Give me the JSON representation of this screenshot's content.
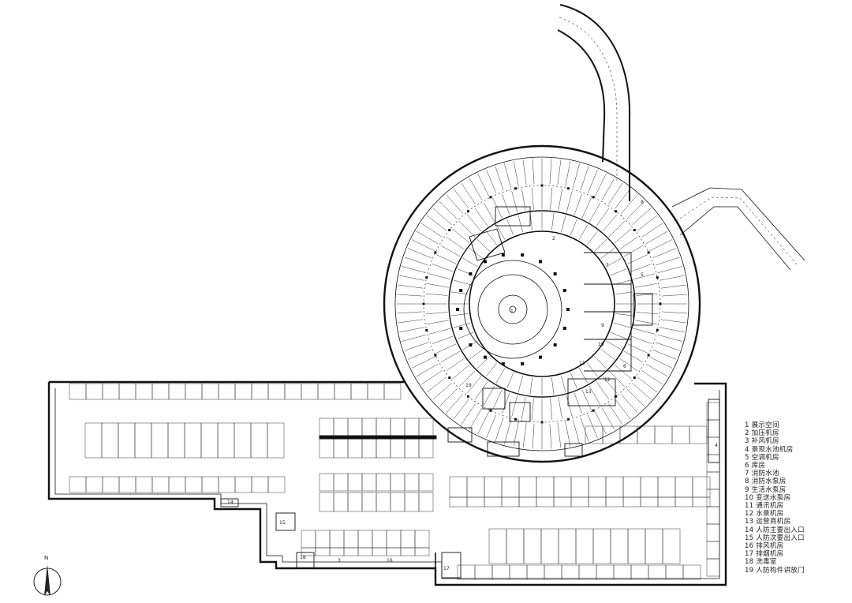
{
  "legend": [
    "1 展示空间",
    "2 加压机房",
    "3 补风机房",
    "4 景观水池机房",
    "5 空调机房",
    "6 库房",
    "7 消防水池",
    "8 消防水泵房",
    "9 生活水泵房",
    "10 变送水泵房",
    "11 通讯机房",
    "12 水景机房",
    "13 运营商机房",
    "14 人防主要出入口",
    "15 人防次要出入口",
    "16 排风机房",
    "17 排烟机房",
    "18 洗毒室",
    "19 人防构件讲放门"
  ],
  "north_arrow": {
    "label": "N"
  },
  "room_labels": {
    "center": "1",
    "r7": "7",
    "r9": "9",
    "r10": "10",
    "r11": "11",
    "r12": "12",
    "r13": "13",
    "r5": "5",
    "r6": "6",
    "r8": "8",
    "r19": "19",
    "r14": "14",
    "r15": "15",
    "r16": "16",
    "r17": "17",
    "r18": "18",
    "r3": "3",
    "r2": "2",
    "r4": "4"
  }
}
